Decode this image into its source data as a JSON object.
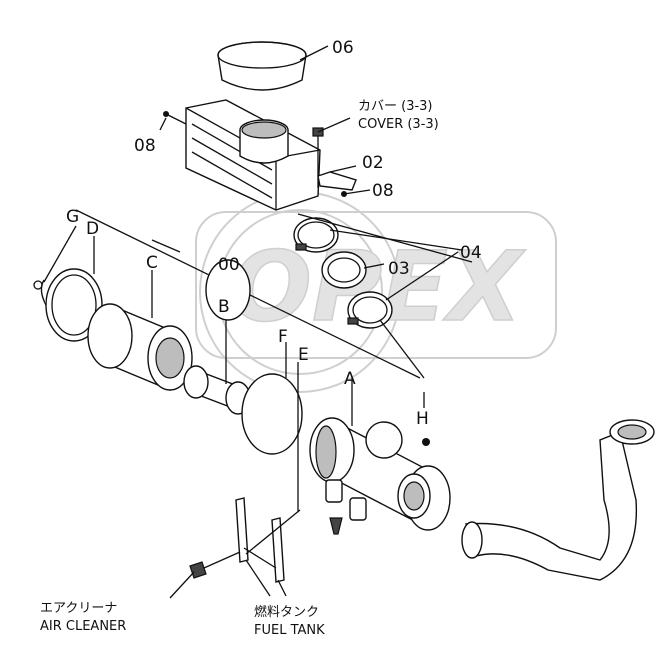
{
  "callouts": {
    "p06": "06",
    "p08a": "08",
    "p08b": "08",
    "p02": "02",
    "p03": "03",
    "p04": "04",
    "p00": "00",
    "G": "G",
    "D": "D",
    "C": "C",
    "B": "B",
    "F": "F",
    "E": "E",
    "A": "A",
    "H": "H"
  },
  "references": {
    "cover_jp": "カバー  (3-3)",
    "cover_en": "COVER (3-3)",
    "air_cleaner_jp": "エアクリーナ",
    "air_cleaner_en": "AIR CLEANER",
    "fuel_tank_jp": "燃料タンク",
    "fuel_tank_en": "FUEL TANK"
  },
  "watermark": {
    "text": "OPEX"
  }
}
